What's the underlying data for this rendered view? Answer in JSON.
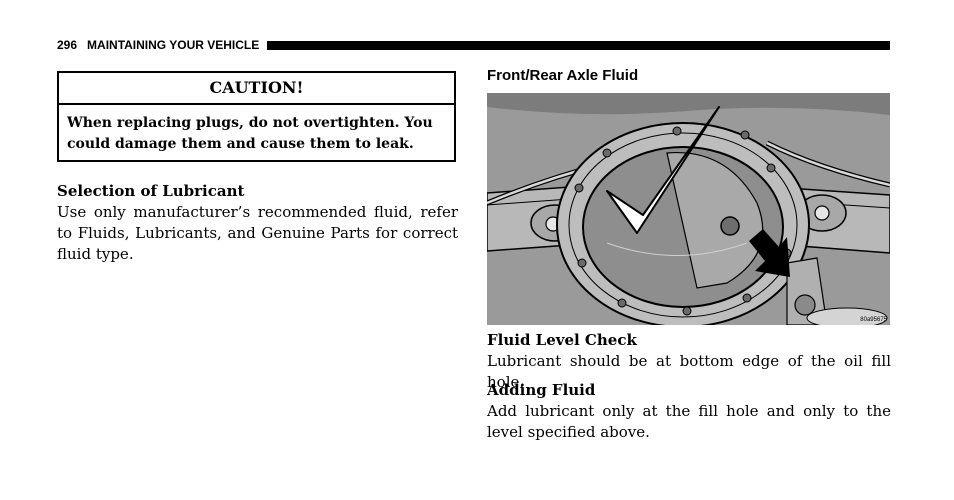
{
  "header": {
    "page_number": "296",
    "section_title": "MAINTAINING YOUR VEHICLE"
  },
  "caution": {
    "heading": "CAUTION!",
    "text": "When replacing plugs, do not overtighten. You could damage them and cause them to leak."
  },
  "selection": {
    "heading": "Selection of Lubricant",
    "text": "Use only manufacturer’s recommended fluid, refer to Fluids, Lubricants, and Genuine Parts for correct fluid type."
  },
  "figure": {
    "title": "Front/Rear Axle Fluid",
    "code": "80a95675"
  },
  "fluid_level": {
    "heading": "Fluid Level Check",
    "text": "Lubricant should be at bottom edge of the oil fill hole."
  },
  "adding_fluid": {
    "heading": "Adding Fluid",
    "text": "Add lubricant only at the fill hole and only to the level specified above."
  }
}
